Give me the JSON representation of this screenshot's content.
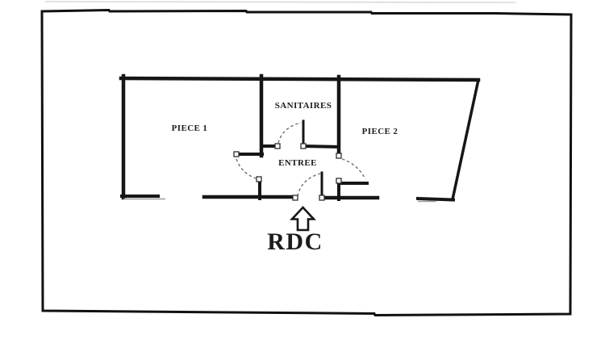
{
  "page": {
    "background": "#ffffff",
    "kind": "scanned floor plan"
  },
  "colors": {
    "page_bg": "#ffffff",
    "wall": "#161616",
    "border": "#111111",
    "door_arc": "#707070",
    "window_line": "#9b9b9b",
    "text": "#1c1c1c",
    "scan_artifact": "#d9d9d9"
  },
  "floor_plan": {
    "rooms": [
      {
        "id": "piece-1",
        "label": "PIECE 1"
      },
      {
        "id": "sanitaires",
        "label": "SANITAIRES"
      },
      {
        "id": "piece-2",
        "label": "PIECE 2"
      },
      {
        "id": "entree",
        "label": "ENTREE"
      }
    ],
    "floor_label": "RDC",
    "entrance": {
      "icon": "up-arrow-icon"
    }
  }
}
